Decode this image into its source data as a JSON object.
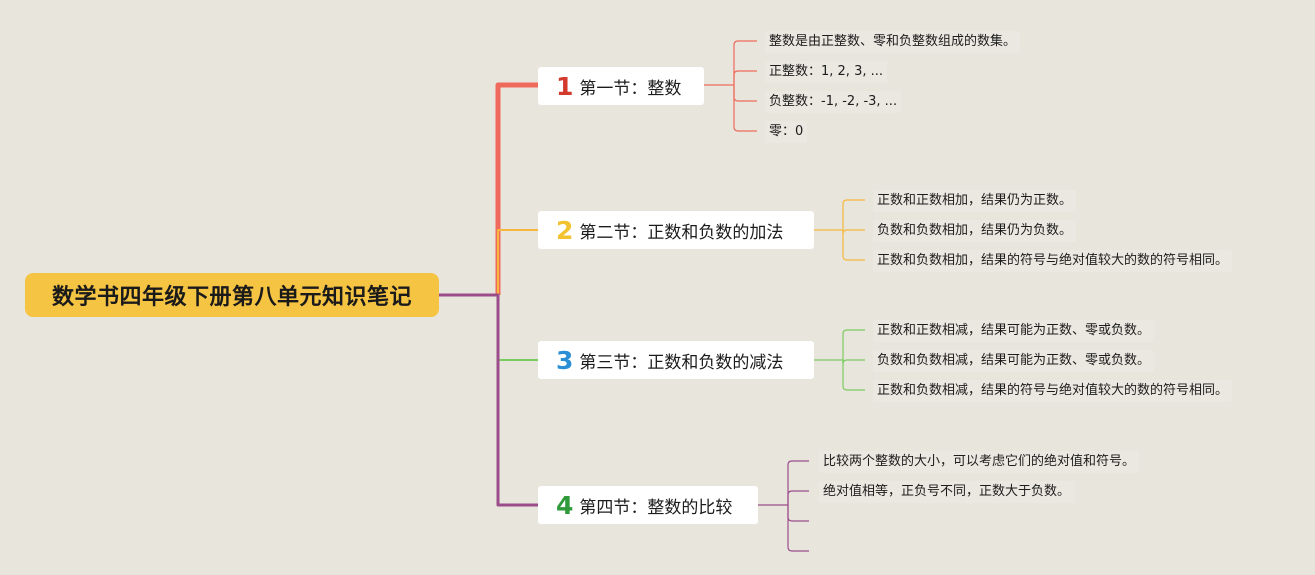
{
  "root": {
    "title": "数学书四年级下册第八单元知识笔记"
  },
  "sections": [
    {
      "number": "1",
      "label": "第一节：整数",
      "color": "#ef6a5a",
      "number_color": "#d43a2c",
      "items": [
        "整数是由正整数、零和负整数组成的数集。",
        "正整数：1, 2, 3, ...",
        "负整数：-1, -2, -3, ...",
        "零：0"
      ]
    },
    {
      "number": "2",
      "label": "第二节：正数和负数的加法",
      "color": "#f5b83d",
      "number_color": "#f2c230",
      "items": [
        "正数和正数相加，结果仍为正数。",
        "负数和负数相加，结果仍为负数。",
        "正数和负数相加，结果的符号与绝对值较大的数的符号相同。"
      ]
    },
    {
      "number": "3",
      "label": "第三节：正数和负数的减法",
      "color": "#7ccb5f",
      "number_color": "#2a8fd4",
      "items": [
        "正数和正数相减，结果可能为正数、零或负数。",
        "负数和负数相减，结果可能为正数、零或负数。",
        "正数和负数相减，结果的符号与绝对值较大的数的符号相同。"
      ]
    },
    {
      "number": "4",
      "label": "第四节：整数的比较",
      "color": "#9b4d8a",
      "number_color": "#2e9a3a",
      "items": [
        "比较两个整数的大小，可以考虑它们的绝对值和符号。",
        "绝对值相等，正负号不同，正数大于负数。",
        "",
        ""
      ]
    }
  ]
}
